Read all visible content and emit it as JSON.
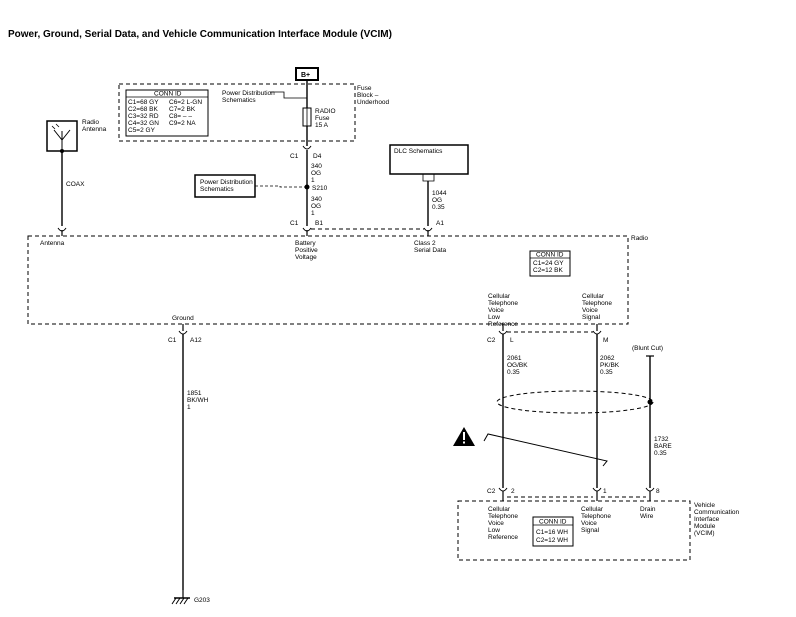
{
  "title": "Power, Ground, Serial Data, and Vehicle Communication Interface Module (VCIM)",
  "fuse_block": {
    "label_1": "Fuse",
    "label_2": "Block –",
    "label_3": "Underhood",
    "conn_id_title": "CONN ID",
    "conn_ids": [
      "C1=68 GY",
      "C2=68 BK",
      "C3=32 RD",
      "C4=32 GN",
      "C5=2 GY",
      "C6=2 L-GN",
      "C7=2 BK",
      "C8= – –",
      "C9=2 NA"
    ],
    "bplus": "B+",
    "pds_1": "Power Distribution",
    "pds_2": "Schematics",
    "fuse_1": "RADIO",
    "fuse_2": "Fuse",
    "fuse_3": "15 A",
    "conn": "C1",
    "pin": "D4"
  },
  "wire_340_a": {
    "num": "340",
    "color": "OG",
    "size": "1"
  },
  "wire_340_b": {
    "num": "340",
    "color": "OG",
    "size": "1"
  },
  "splice": {
    "name": "S210",
    "pds_1": "Power Distribution",
    "pds_2": "Schematics"
  },
  "dlc": {
    "label": "DLC Schematics",
    "wire_num": "1044",
    "wire_color": "OG",
    "wire_size": "0.35"
  },
  "antenna": {
    "label_1": "Radio",
    "label_2": "Antenna",
    "coax": "COAX"
  },
  "radio": {
    "label": "Radio",
    "antenna_label": "Antenna",
    "c1": "C1",
    "b1": "B1",
    "a1": "A1",
    "batt_1": "Battery",
    "batt_2": "Positive",
    "batt_3": "Voltage",
    "class2_1": "Class 2",
    "class2_2": "Serial Data",
    "conn_id_title": "CONN ID",
    "conn_ids": [
      "C1=24 GY",
      "C2=12 BK"
    ],
    "ground_label": "Ground",
    "cell_low": [
      "Cellular",
      "Telephone",
      "Voice",
      "Low",
      "Reference"
    ],
    "cell_sig": [
      "Cellular",
      "Telephone",
      "Voice",
      "Signal"
    ],
    "gnd_conn": "C1",
    "gnd_pin": "A12",
    "c2": "C2",
    "pin_l": "L",
    "pin_m": "M"
  },
  "wire_1851": {
    "num": "1851",
    "color": "BK/WH",
    "size": "1"
  },
  "ground": {
    "name": "G203"
  },
  "wire_2061": {
    "num": "2061",
    "color": "OG/BK",
    "size": "0.35"
  },
  "wire_2062": {
    "num": "2062",
    "color": "PK/BK",
    "size": "0.35"
  },
  "wire_1732": {
    "num": "1732",
    "color": "BARE",
    "size": "0.35",
    "blunt": "(Blunt Cut)"
  },
  "vcim": {
    "label": [
      "Vehicle",
      "Communication",
      "Interface",
      "Module",
      "(VCIM)"
    ],
    "c2": "C2",
    "pin_2": "2",
    "pin_1": "1",
    "pin_8": "8",
    "cell_low": [
      "Cellular",
      "Telephone",
      "Voice",
      "Low",
      "Reference"
    ],
    "cell_sig": [
      "Cellular",
      "Telephone",
      "Voice",
      "Signal"
    ],
    "drain": [
      "Drain",
      "Wire"
    ],
    "conn_id_title": "CONN ID",
    "conn_ids": [
      "C1=16 WH",
      "C2=12 WH"
    ]
  }
}
